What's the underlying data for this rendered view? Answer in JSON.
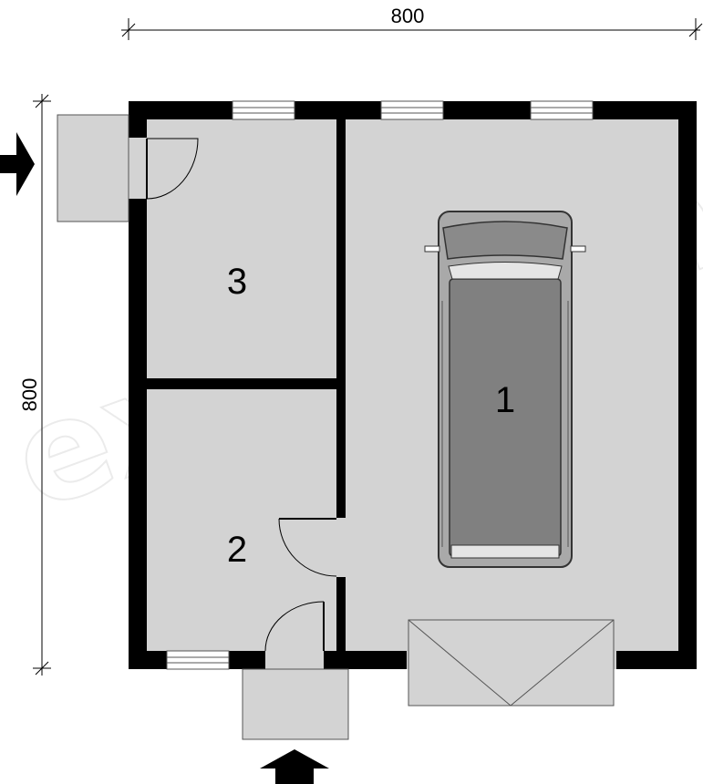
{
  "dimensions": {
    "width_label": "800",
    "height_label": "800"
  },
  "rooms": [
    {
      "number": "1"
    },
    {
      "number": "2"
    },
    {
      "number": "3"
    }
  ],
  "watermark": "extradom",
  "colors": {
    "wall": "#000000",
    "floor": "#d3d3d3",
    "vehicle_body": "#808080",
    "vehicle_outline": "#333333",
    "arrow": "#000000"
  },
  "icons": {
    "entrance_left": "arrow-right-icon",
    "entrance_bottom": "arrow-up-icon",
    "vehicle": "van-icon"
  }
}
